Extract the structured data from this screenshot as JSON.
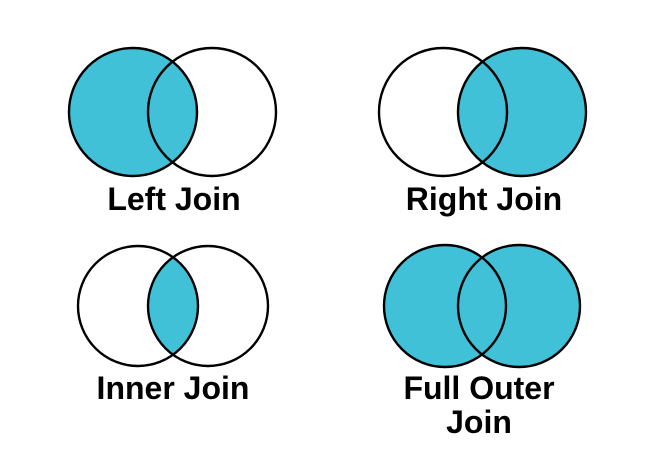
{
  "page": {
    "background": "#ffffff",
    "description": "SQL join types illustrated as Venn diagrams"
  },
  "colors": {
    "highlight": "#41C1D8",
    "unfilled": "#ffffff",
    "stroke": "#000000",
    "text": "#000000"
  },
  "diagrams": [
    {
      "id": "left-join",
      "label": "Left Join",
      "label_lines": [
        "Left Join"
      ],
      "filled_regions": {
        "left_exclusive": true,
        "intersection": true,
        "right_exclusive": false
      },
      "regions": {
        "left_fill": "#41C1D8",
        "right_fill": "#ffffff",
        "intersection_fill": "#41C1D8"
      }
    },
    {
      "id": "right-join",
      "label": "Right Join",
      "label_lines": [
        "Right Join"
      ],
      "filled_regions": {
        "left_exclusive": false,
        "intersection": true,
        "right_exclusive": true
      },
      "regions": {
        "left_fill": "#ffffff",
        "right_fill": "#41C1D8",
        "intersection_fill": "#41C1D8"
      }
    },
    {
      "id": "inner-join",
      "label": "Inner Join",
      "label_lines": [
        "Inner Join"
      ],
      "filled_regions": {
        "left_exclusive": false,
        "intersection": true,
        "right_exclusive": false
      },
      "regions": {
        "left_fill": "#ffffff",
        "right_fill": "#ffffff",
        "intersection_fill": "#41C1D8"
      }
    },
    {
      "id": "full-outer-join",
      "label": "Full Outer Join",
      "label_lines": [
        "Full Outer",
        "Join"
      ],
      "filled_regions": {
        "left_exclusive": true,
        "intersection": true,
        "right_exclusive": true
      },
      "regions": {
        "left_fill": "#41C1D8",
        "right_fill": "#41C1D8",
        "intersection_fill": "#41C1D8"
      }
    }
  ]
}
